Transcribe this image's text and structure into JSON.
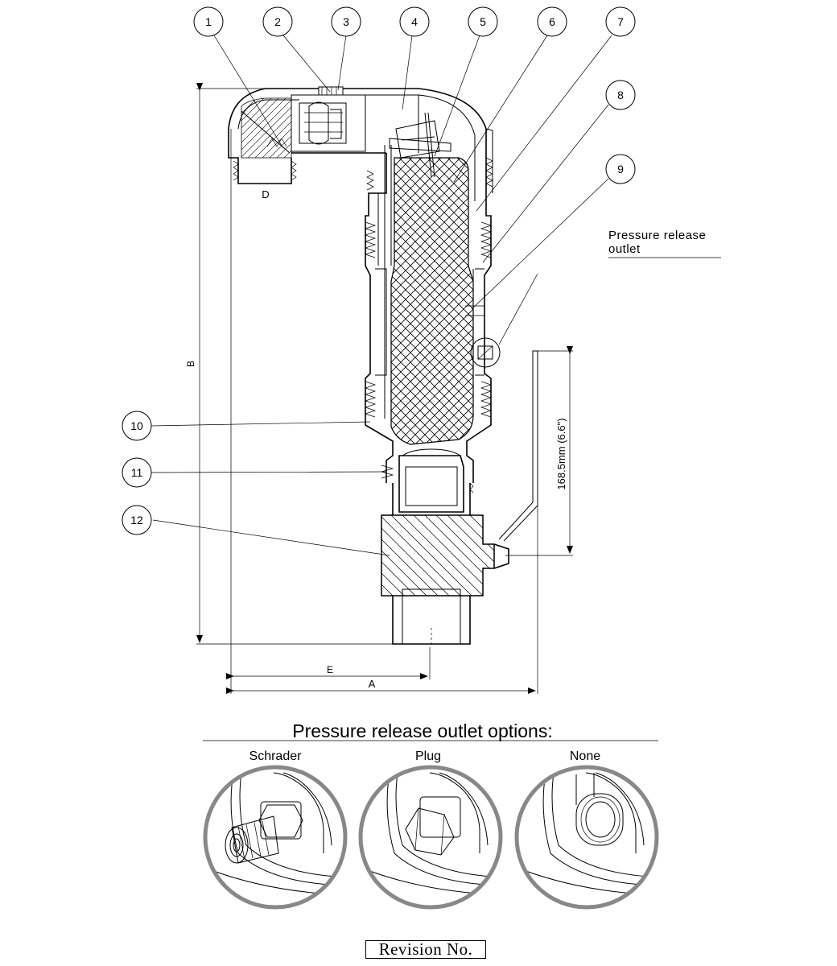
{
  "callouts": [
    "1",
    "2",
    "3",
    "4",
    "5",
    "6",
    "7",
    "8",
    "9",
    "10",
    "11",
    "12"
  ],
  "labels": {
    "pressure_release_outlet_line1": "Pressure release",
    "pressure_release_outlet_line2": "outlet",
    "port_d": "D",
    "dim_a": "A",
    "dim_b": "B",
    "dim_e": "E",
    "dim_height": "168.5mm (6.6\")"
  },
  "options": {
    "title": "Pressure release outlet options:",
    "items": [
      "Schrader",
      "Plug",
      "None"
    ]
  },
  "revision_label": "Revision No."
}
